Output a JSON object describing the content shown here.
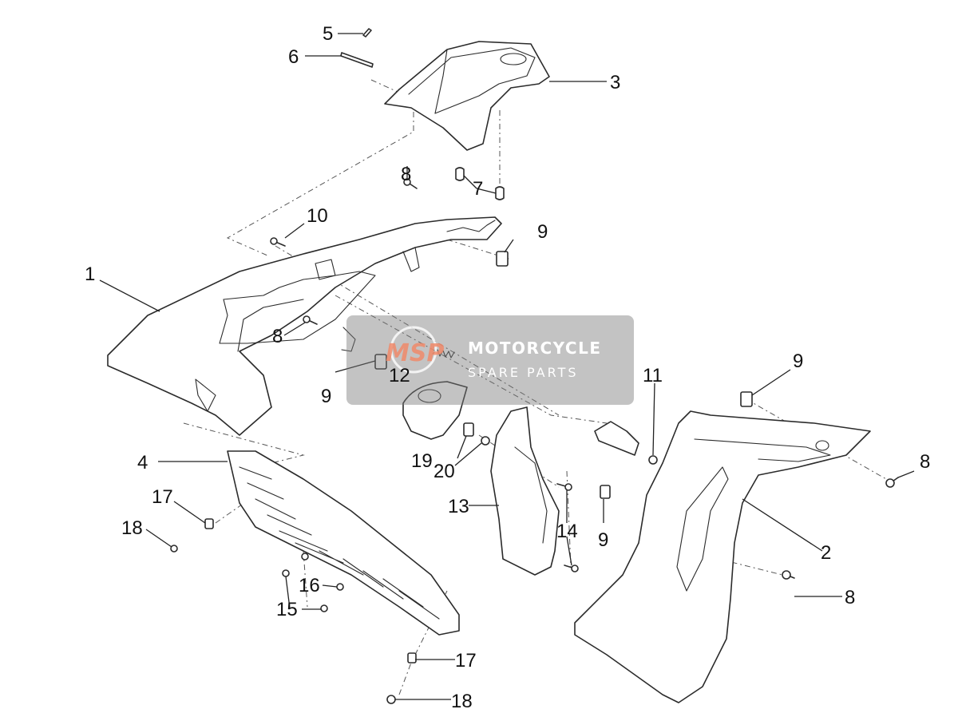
{
  "callouts": {
    "c1": "1",
    "c2": "2",
    "c3": "3",
    "c4": "4",
    "c5": "5",
    "c6": "6",
    "c7": "7",
    "c8a": "8",
    "c8b": "8",
    "c8c": "8",
    "c8d": "8",
    "c9a": "9",
    "c9b": "9",
    "c9c": "9",
    "c9d": "9",
    "c10": "10",
    "c11": "11",
    "c12": "12",
    "c13": "13",
    "c14": "14",
    "c15": "15",
    "c16": "16",
    "c17a": "17",
    "c17b": "17",
    "c18a": "18",
    "c18b": "18",
    "c19": "19",
    "c20": "20"
  },
  "watermark": {
    "logo": "MSP",
    "line1": "MOTORCYCLE",
    "line2": "SPARE PARTS"
  },
  "colors": {
    "watermark_bg": "#7a7a7a",
    "watermark_logo": "#f08a6a"
  }
}
